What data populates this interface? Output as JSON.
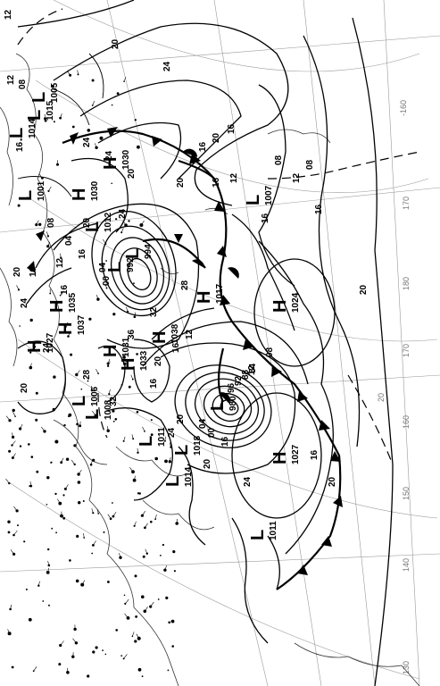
{
  "map": {
    "grid_labels": [
      "-160",
      "170",
      "180",
      "170",
      "160",
      "150",
      "140",
      "130",
      "20"
    ],
    "isobar_labels": [
      "12",
      "08",
      "16",
      "20",
      "24",
      "12",
      "16",
      "20",
      "24",
      "28",
      "32",
      "20",
      "24",
      "20",
      "16",
      "12",
      "08",
      "16",
      "28",
      "32",
      "36",
      "16",
      "20",
      "24",
      "20",
      "16",
      "12",
      "08",
      "04",
      "00",
      "96",
      "92",
      "88",
      "84",
      "04",
      "00",
      "16",
      "20",
      "24",
      "16",
      "20",
      "24",
      "20",
      "16",
      "12",
      "08",
      "24",
      "24",
      "20",
      "20",
      "16",
      "12",
      "16",
      "20",
      "16",
      "12",
      "16",
      "08",
      "04"
    ],
    "systems": [
      {
        "type": "L",
        "value": "1005"
      },
      {
        "type": "L",
        "value": "1014"
      },
      {
        "type": "L",
        "value": "1015"
      },
      {
        "type": "L",
        "value": "1001"
      },
      {
        "type": "H",
        "value": "1030"
      },
      {
        "type": "H",
        "value": "1030"
      },
      {
        "type": "L",
        "value": "1012"
      },
      {
        "type": "L",
        "value": "992"
      },
      {
        "type": "L",
        "value": "994"
      },
      {
        "type": "H",
        "value": "1035"
      },
      {
        "type": "H",
        "value": "1037"
      },
      {
        "type": "H",
        "value": "1027"
      },
      {
        "type": "H",
        "value": "1031"
      },
      {
        "type": "H",
        "value": "1033"
      },
      {
        "type": "H",
        "value": "1038"
      },
      {
        "type": "L",
        "value": "1006"
      },
      {
        "type": "L",
        "value": "1008"
      },
      {
        "type": "L",
        "value": "1011"
      },
      {
        "type": "L",
        "value": "1018"
      },
      {
        "type": "L",
        "value": "1014"
      },
      {
        "type": "L",
        "value": "980"
      },
      {
        "type": "H",
        "value": "1017"
      },
      {
        "type": "H",
        "value": "1024"
      },
      {
        "type": "L",
        "value": "1007"
      },
      {
        "type": "H",
        "value": "1027"
      },
      {
        "type": "L",
        "value": "1011"
      }
    ]
  }
}
